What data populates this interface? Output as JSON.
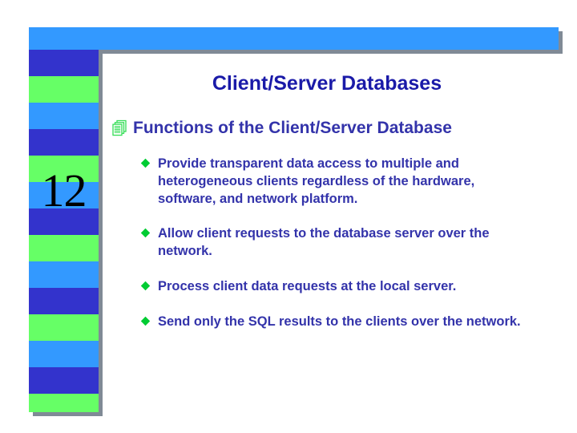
{
  "slide": {
    "number": "12",
    "title": "Client/Server Databases",
    "heading": {
      "icon": "stacked-pages-icon",
      "text": "Functions of the Client/Server Database"
    },
    "bullets": [
      {
        "icon": "diamond-bullet-icon",
        "text": "Provide transparent data access to multiple and heterogeneous clients regardless of the hardware, software, and network platform."
      },
      {
        "icon": "diamond-bullet-icon",
        "text": "Allow client requests to the database server over the network."
      },
      {
        "icon": "diamond-bullet-icon",
        "text": "Process client data requests at the local server."
      },
      {
        "icon": "diamond-bullet-icon",
        "text": "Send only the SQL results to the clients over the network."
      }
    ]
  },
  "decor": {
    "stripe_sequence": [
      "navy",
      "green",
      "sky",
      "navy",
      "green",
      "sky",
      "navy",
      "green",
      "sky",
      "navy",
      "green",
      "sky",
      "navy",
      "green"
    ],
    "stripe_height": 33
  },
  "colors": {
    "banner_blue": "#3399FF",
    "stripe_navy": "#3333CC",
    "stripe_green": "#66FF66",
    "stripe_sky": "#3399FF",
    "title_blue": "#1A1AA8",
    "body_blue": "#3333AA",
    "bullet_green": "#00CC33",
    "shadow_gray": "#808A96",
    "background": "#FFFFFF"
  }
}
